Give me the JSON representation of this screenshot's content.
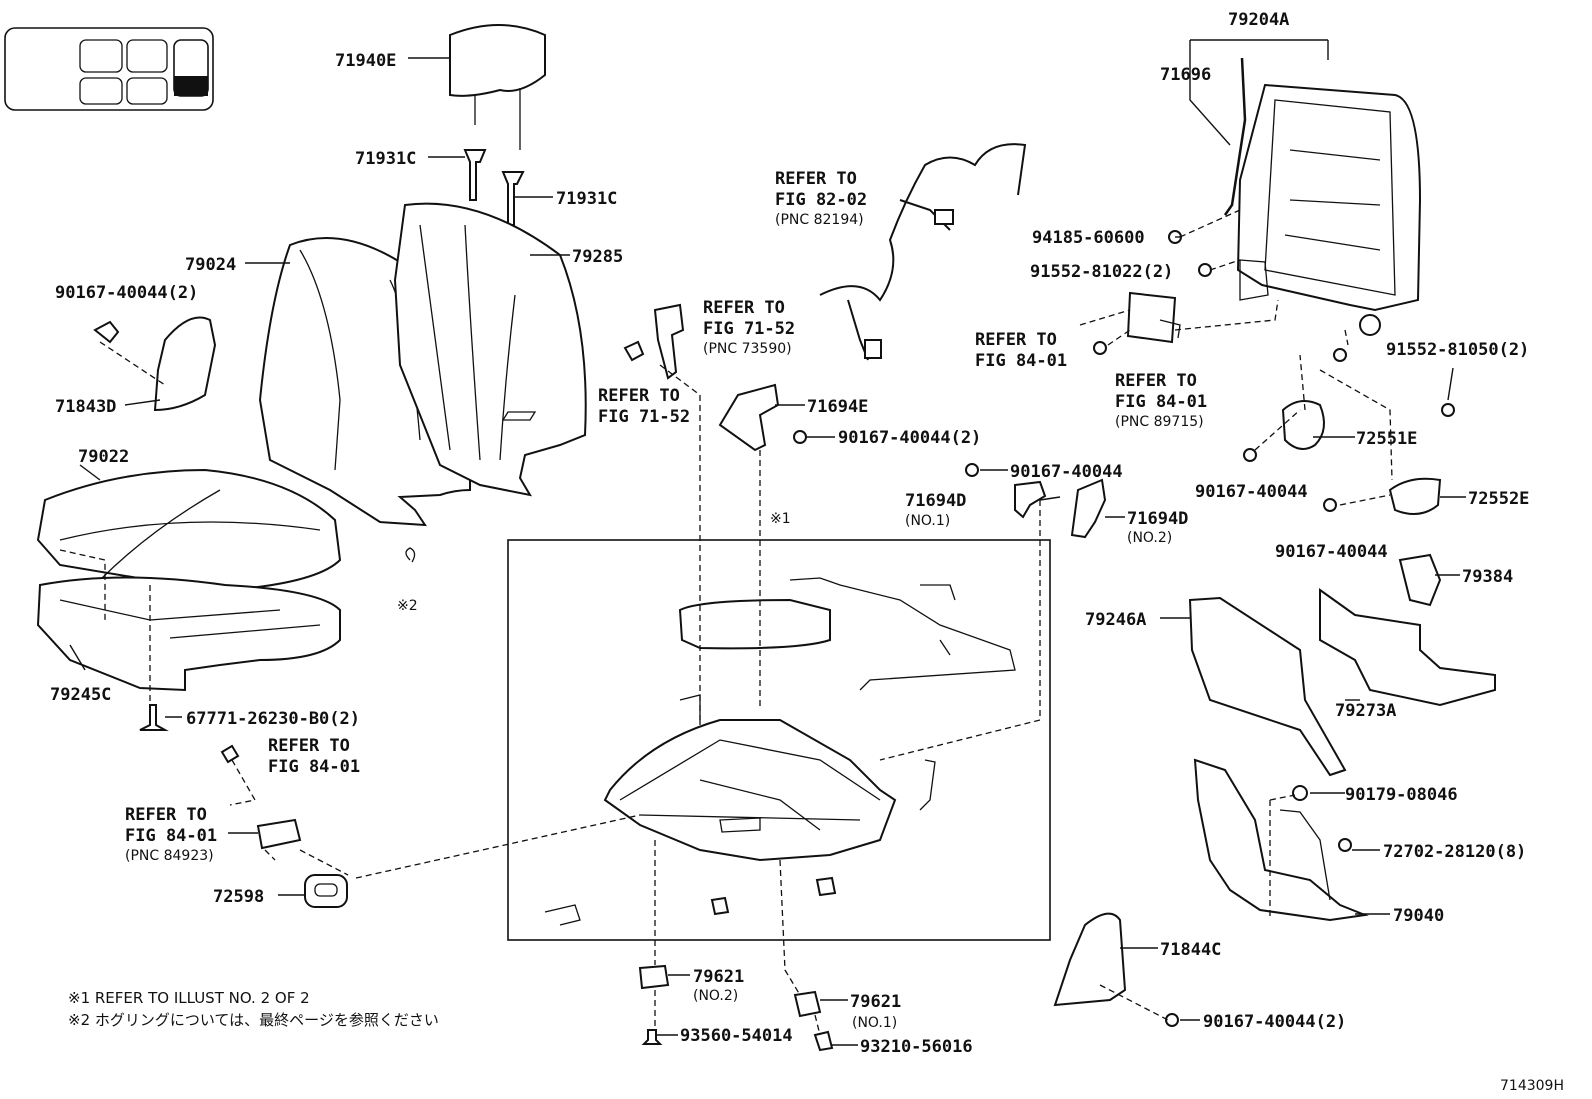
{
  "labels": {
    "l71940E": "71940E",
    "l71931C_a": "71931C",
    "l71931C_b": "71931C",
    "l79024": "79024",
    "l79285": "79285",
    "l90167_2_a": "90167-40044(2)",
    "l71843D": "71843D",
    "l79022": "79022",
    "l79245C": "79245C",
    "l67771": "67771-26230-B0(2)",
    "l72598": "72598",
    "l79204A": "79204A",
    "l71696": "71696",
    "l94185": "94185-60600",
    "l91552_81022": "91552-81022(2)",
    "l91552_81050": "91552-81050(2)",
    "l72551E": "72551E",
    "l72552E": "72552E",
    "l90167_a": "90167-40044",
    "l90167_b": "90167-40044",
    "l90167_c": "90167-40044",
    "l90167_2_b": "90167-40044(2)",
    "l90167_2_c": "90167-40044(2)",
    "l71694E": "71694E",
    "l71694D_1": "71694D",
    "l71694D_1_sub": "(NO.1)",
    "l71694D_2": "71694D",
    "l71694D_2_sub": "(NO.2)",
    "l79384": "79384",
    "l79246A": "79246A",
    "l79273A": "79273A",
    "l90179": "90179-08046",
    "l72702": "72702-28120(8)",
    "l79040": "79040",
    "l71844C": "71844C",
    "l79621_2": "79621",
    "l79621_2_sub": "(NO.2)",
    "l79621_1": "79621",
    "l79621_1_sub": "(NO.1)",
    "l93560": "93560-54014",
    "l93210": "93210-56016",
    "mark1": "※1",
    "mark2": "※2",
    "diagram_id": "714309H"
  },
  "refs": {
    "r82_a": "REFER TO",
    "r82_b": "FIG 82-02",
    "r82_c": "(PNC 82194)",
    "r7152top_a": "REFER TO",
    "r7152top_b": "FIG 71-52",
    "r7152top_c": "(PNC 73590)",
    "r7152_a": "REFER TO",
    "r7152_b": "FIG 71-52",
    "r8401a_a": "REFER TO",
    "r8401a_b": "FIG 84-01",
    "r8401b_a": "REFER TO",
    "r8401b_b": "FIG 84-01",
    "r8401b_c": "(PNC 89715)",
    "r8401c_a": "REFER TO",
    "r8401c_b": "FIG 84-01",
    "r8401d_a": "REFER TO",
    "r8401d_b": "FIG 84-01",
    "r8401d_c": "(PNC 84923)"
  },
  "notes": {
    "n1": "※1 REFER  TO ILLUST NO. 2 OF 2",
    "n2": "※2  ホグリングについては、最終ページを参照ください"
  }
}
